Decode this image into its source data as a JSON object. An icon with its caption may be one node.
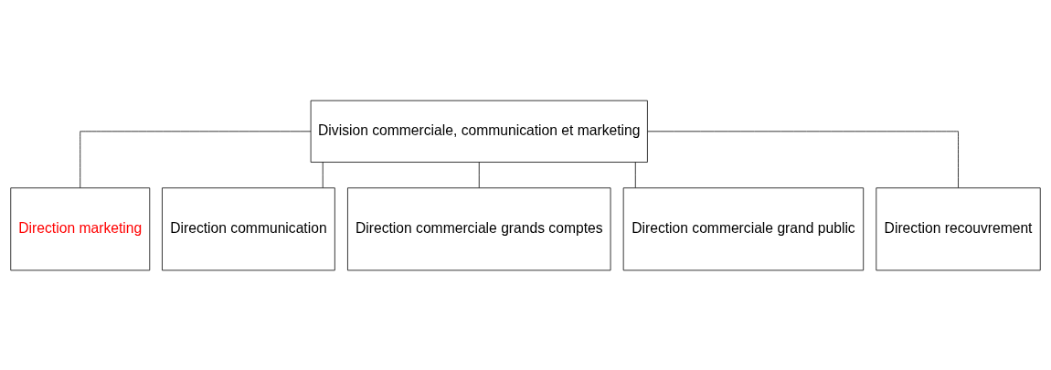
{
  "diagram": {
    "nodes": [
      {
        "text": [
          "Division commerciale, communication et marketing"
        ]
      },
      {
        "text": [
          "Direction marketing"
        ]
      },
      {
        "text": [
          "Direction communication"
        ]
      },
      {
        "text": [
          "Direction commerciale grands comptes"
        ]
      },
      {
        "text": [
          "Direction commerciale grand public"
        ]
      },
      {
        "text": [
          "Direction recouvrement"
        ]
      }
    ],
    "edges": [
      {
        "from": 0,
        "to": 1,
        "arrow": "none"
      },
      {
        "from": 0,
        "to": 2,
        "arrow": "none"
      },
      {
        "from": 0,
        "to": 3,
        "arrow": "none"
      },
      {
        "from": 0,
        "to": 4,
        "arrow": "none"
      },
      {
        "from": 0,
        "to": 5,
        "arrow": "none"
      }
    ]
  }
}
